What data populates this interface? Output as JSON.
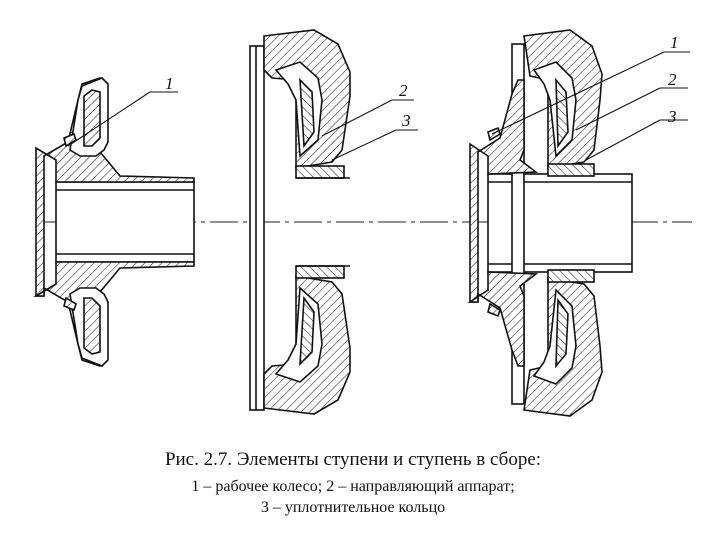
{
  "figure": {
    "callouts": {
      "left": {
        "c1": "1"
      },
      "middle": {
        "c2": "2",
        "c3": "3"
      },
      "right": {
        "c1": "1",
        "c2": "2",
        "c3": "3"
      }
    }
  },
  "caption": {
    "title": "Рис. 2.7. Элементы ступени и ступень в сборе:",
    "line1": "1 – рабочее колесо; 2 – направляющий аппарат;",
    "line2": "3 – уплотнительное кольцо"
  }
}
